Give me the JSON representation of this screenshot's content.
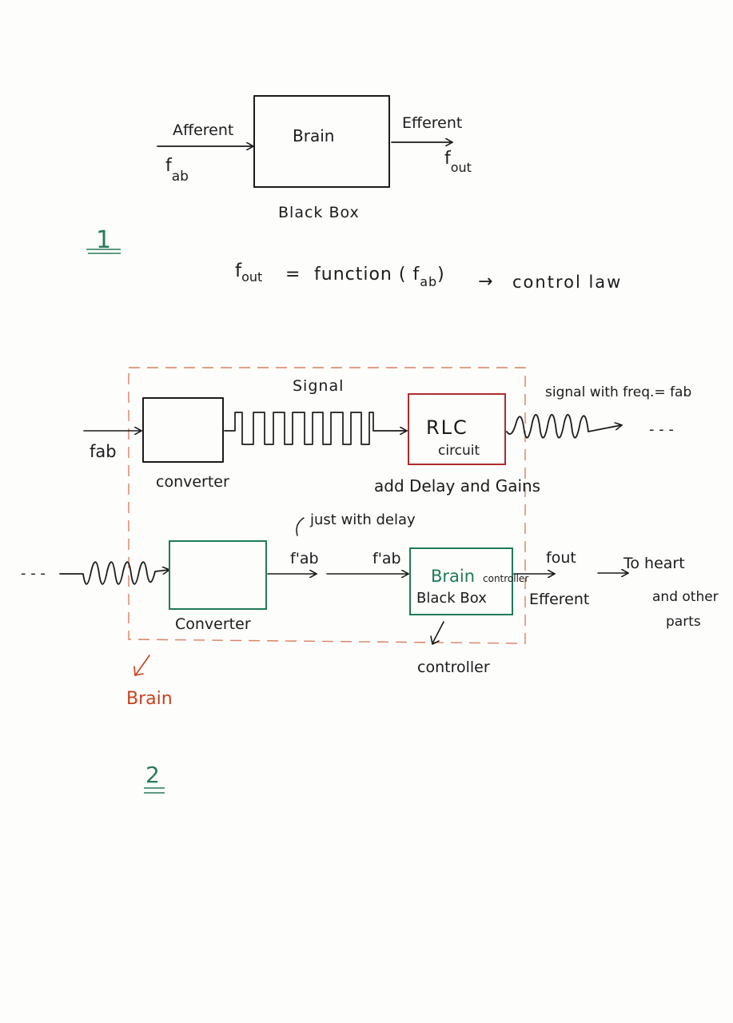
{
  "colors": {
    "ink": "#1b1b1b",
    "brain_label": "#c8401e",
    "dashed_border": "#d98060",
    "rlc_box": "#b02a2a",
    "green": "#1e7a5a"
  },
  "diagram1": {
    "box_label": "Brain",
    "box_caption": "Black Box",
    "input_label": "Afferent",
    "input_signal": "f",
    "input_signal_sub": "ab",
    "output_label": "Efferent",
    "output_signal": "f",
    "output_signal_sub": "out",
    "number": "1"
  },
  "equation": {
    "lhs": "f",
    "lhs_sub": "out",
    "eq": "=",
    "func": "function ( f",
    "func_sub": "ab",
    "func_close": ")",
    "arrow": "→",
    "rhs": "control law"
  },
  "diagram2": {
    "input": "fab",
    "converter1": "converter",
    "signal": "Signal",
    "rlc_line1": "RLC",
    "rlc_line2": "circuit",
    "rlc_note": "add Delay and Gains",
    "output_note": "signal with freq.= fab",
    "trailing_dashes": "- - -",
    "leading_dashes": "- - -",
    "converter2": "Converter",
    "fab_prime1": "f'ab",
    "fab_prime2": "f'ab",
    "delay_note": "just with delay",
    "brain_box_line1": "Brain",
    "brain_box_controller": "controller",
    "brain_box_line2": "Black Box",
    "fout": "fout",
    "efferent": "Efferent",
    "to_heart": "To heart",
    "other1": "and other",
    "other2": "parts",
    "controller": "controller",
    "brain_label": "Brain",
    "number": "2"
  }
}
